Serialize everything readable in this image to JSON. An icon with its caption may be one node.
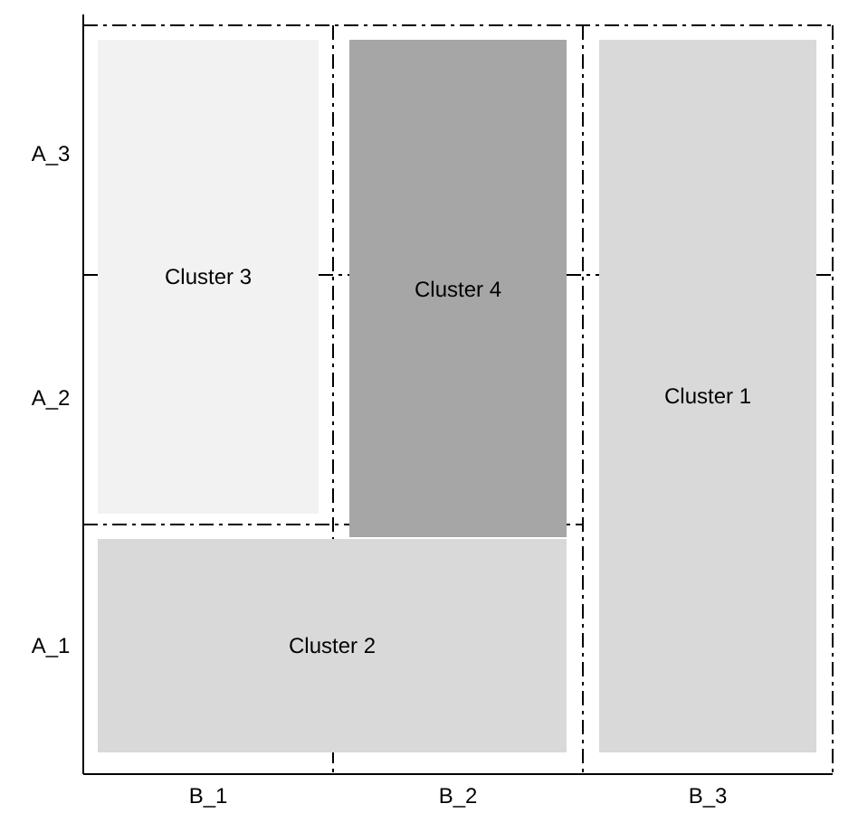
{
  "diagram": {
    "nodes": [
      {
        "text": [
          "Cluster 3"
        ]
      },
      {
        "text": [
          "Cluster 4"
        ]
      },
      {
        "text": [
          "Cluster 1"
        ]
      },
      {
        "text": [
          "Cluster 2"
        ]
      }
    ],
    "edges": [],
    "labels": [
      "A_3",
      "A_2",
      "A_1",
      "B_1",
      "B_2",
      "B_3"
    ]
  }
}
